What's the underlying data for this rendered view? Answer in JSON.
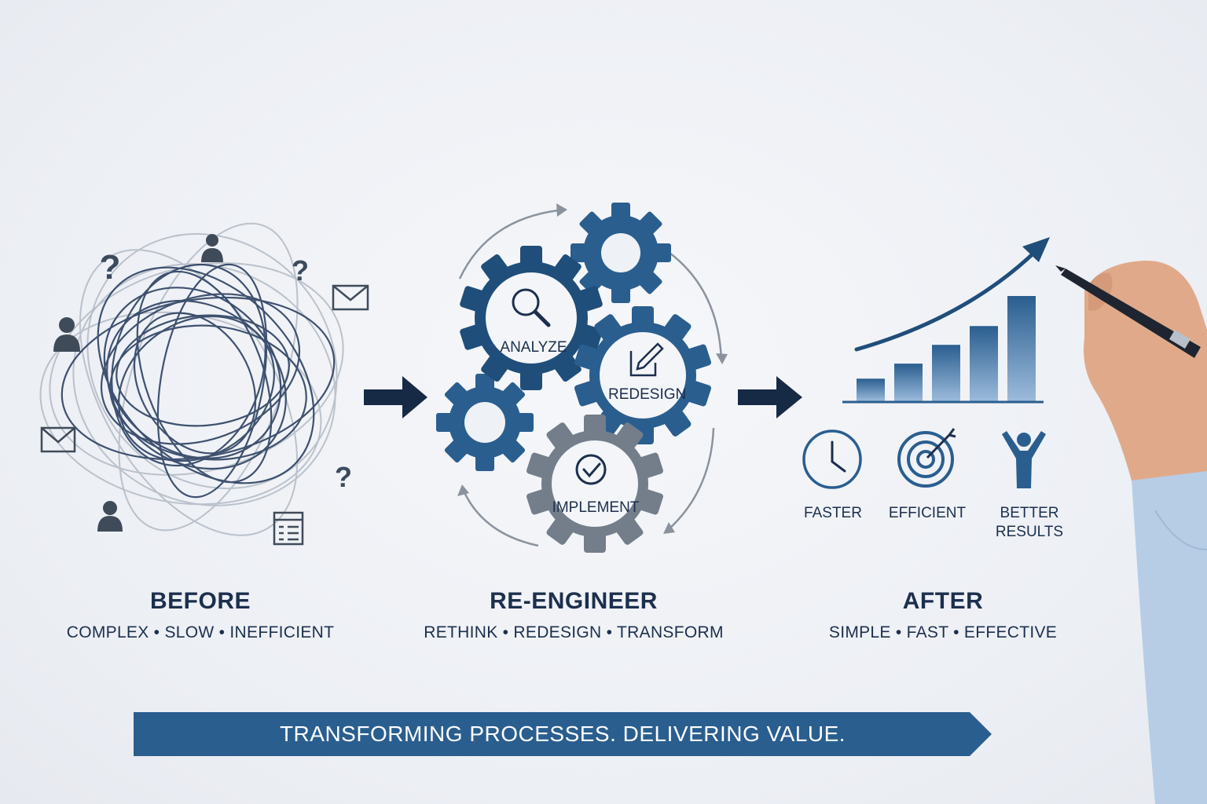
{
  "stages": [
    {
      "title": "BEFORE",
      "subtitle": "COMPLEX • SLOW • INEFFICIENT"
    },
    {
      "title": "RE-ENGINEER",
      "subtitle": "RETHINK • REDESIGN • TRANSFORM"
    },
    {
      "title": "AFTER",
      "subtitle": "SIMPLE • FAST • EFFECTIVE"
    }
  ],
  "gears": {
    "analyze": "ANALYZE",
    "redesign": "REDESIGN",
    "implement": "IMPLEMENT"
  },
  "benefits": [
    {
      "label": "FASTER",
      "icon": "clock-icon"
    },
    {
      "label": "EFFICIENT",
      "icon": "target-icon"
    },
    {
      "label": "BETTER RESULTS",
      "icon": "success-person-icon"
    }
  ],
  "banner": "TRANSFORMING PROCESSES. DELIVERING VALUE.",
  "before_marks": {
    "question_marks": [
      "?",
      "?",
      "?"
    ]
  },
  "chart_data": {
    "type": "bar",
    "categories": [],
    "values": [
      30,
      50,
      75,
      100,
      140
    ],
    "trend": "up"
  },
  "colors": {
    "navy": "#1c2f4d",
    "blue": "#2a5e8f",
    "steel": "#5f6b78",
    "light_blue": "#8fb0d3"
  }
}
